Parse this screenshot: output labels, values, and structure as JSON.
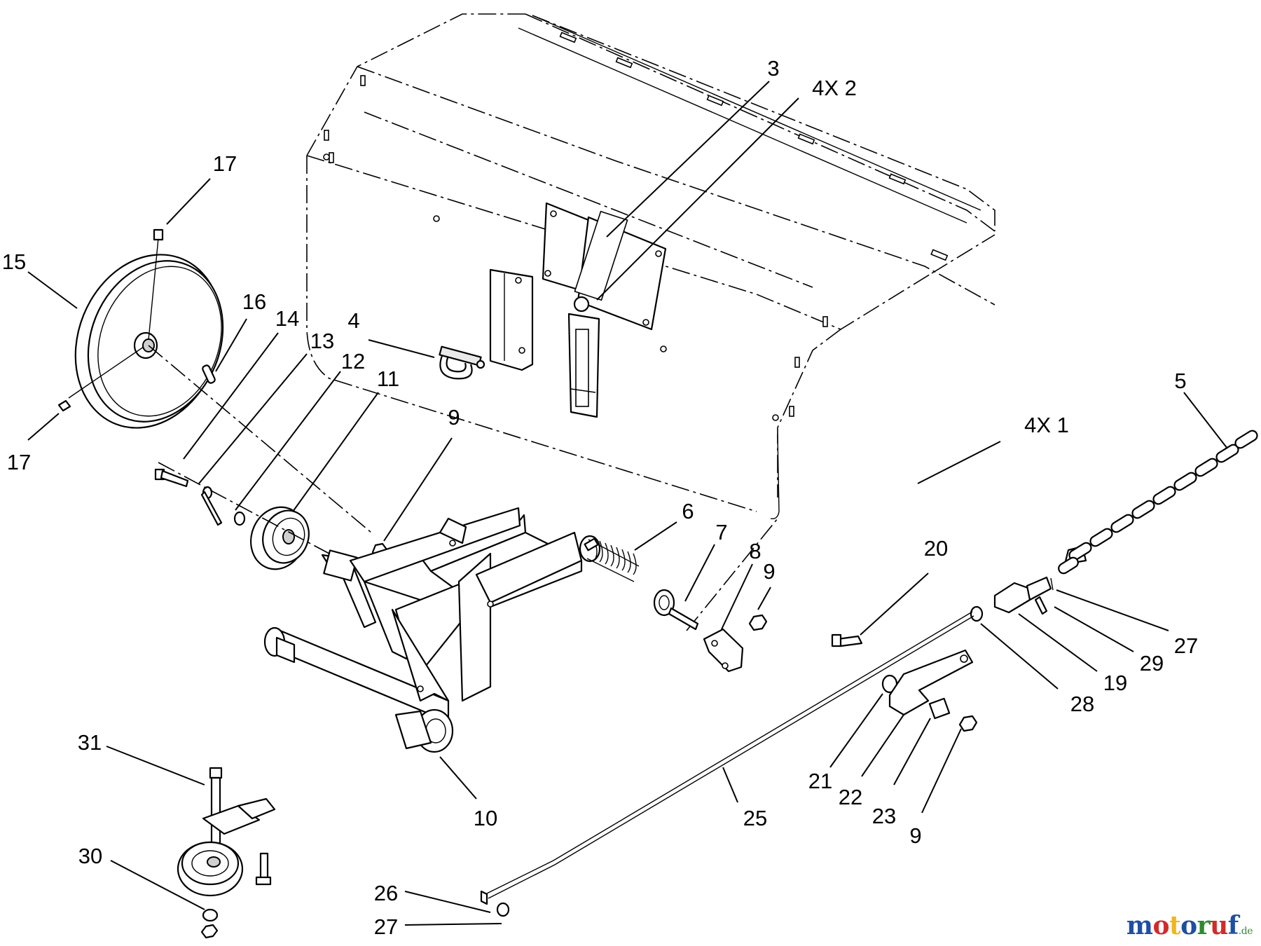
{
  "diagram": {
    "callouts": [
      {
        "id": "c-3",
        "text": "3"
      },
      {
        "id": "c-4x2",
        "text": "4X 2"
      },
      {
        "id": "c-17a",
        "text": "17"
      },
      {
        "id": "c-15",
        "text": "15"
      },
      {
        "id": "c-16",
        "text": "16"
      },
      {
        "id": "c-14",
        "text": "14"
      },
      {
        "id": "c-13",
        "text": "13"
      },
      {
        "id": "c-12",
        "text": "12"
      },
      {
        "id": "c-11",
        "text": "11"
      },
      {
        "id": "c-4",
        "text": "4"
      },
      {
        "id": "c-17b",
        "text": "17"
      },
      {
        "id": "c-9a",
        "text": "9"
      },
      {
        "id": "c-5",
        "text": "5"
      },
      {
        "id": "c-4x1",
        "text": "4X 1"
      },
      {
        "id": "c-6",
        "text": "6"
      },
      {
        "id": "c-7",
        "text": "7"
      },
      {
        "id": "c-8",
        "text": "8"
      },
      {
        "id": "c-9b",
        "text": "9"
      },
      {
        "id": "c-20",
        "text": "20"
      },
      {
        "id": "c-27a",
        "text": "27"
      },
      {
        "id": "c-29",
        "text": "29"
      },
      {
        "id": "c-19",
        "text": "19"
      },
      {
        "id": "c-28",
        "text": "28"
      },
      {
        "id": "c-31",
        "text": "31"
      },
      {
        "id": "c-10",
        "text": "10"
      },
      {
        "id": "c-21",
        "text": "21"
      },
      {
        "id": "c-22",
        "text": "22"
      },
      {
        "id": "c-23",
        "text": "23"
      },
      {
        "id": "c-25",
        "text": "25"
      },
      {
        "id": "c-9c",
        "text": "9"
      },
      {
        "id": "c-30",
        "text": "30"
      },
      {
        "id": "c-26",
        "text": "26"
      },
      {
        "id": "c-27b",
        "text": "27"
      }
    ]
  },
  "watermark": {
    "text": "motoruf",
    "suffix": ".de",
    "colors": [
      "#1f4fa3",
      "#d12b2b",
      "#f2b51c",
      "#1f4fa3",
      "#2e8b2e",
      "#d12b2b",
      "#1f4fa3"
    ]
  }
}
